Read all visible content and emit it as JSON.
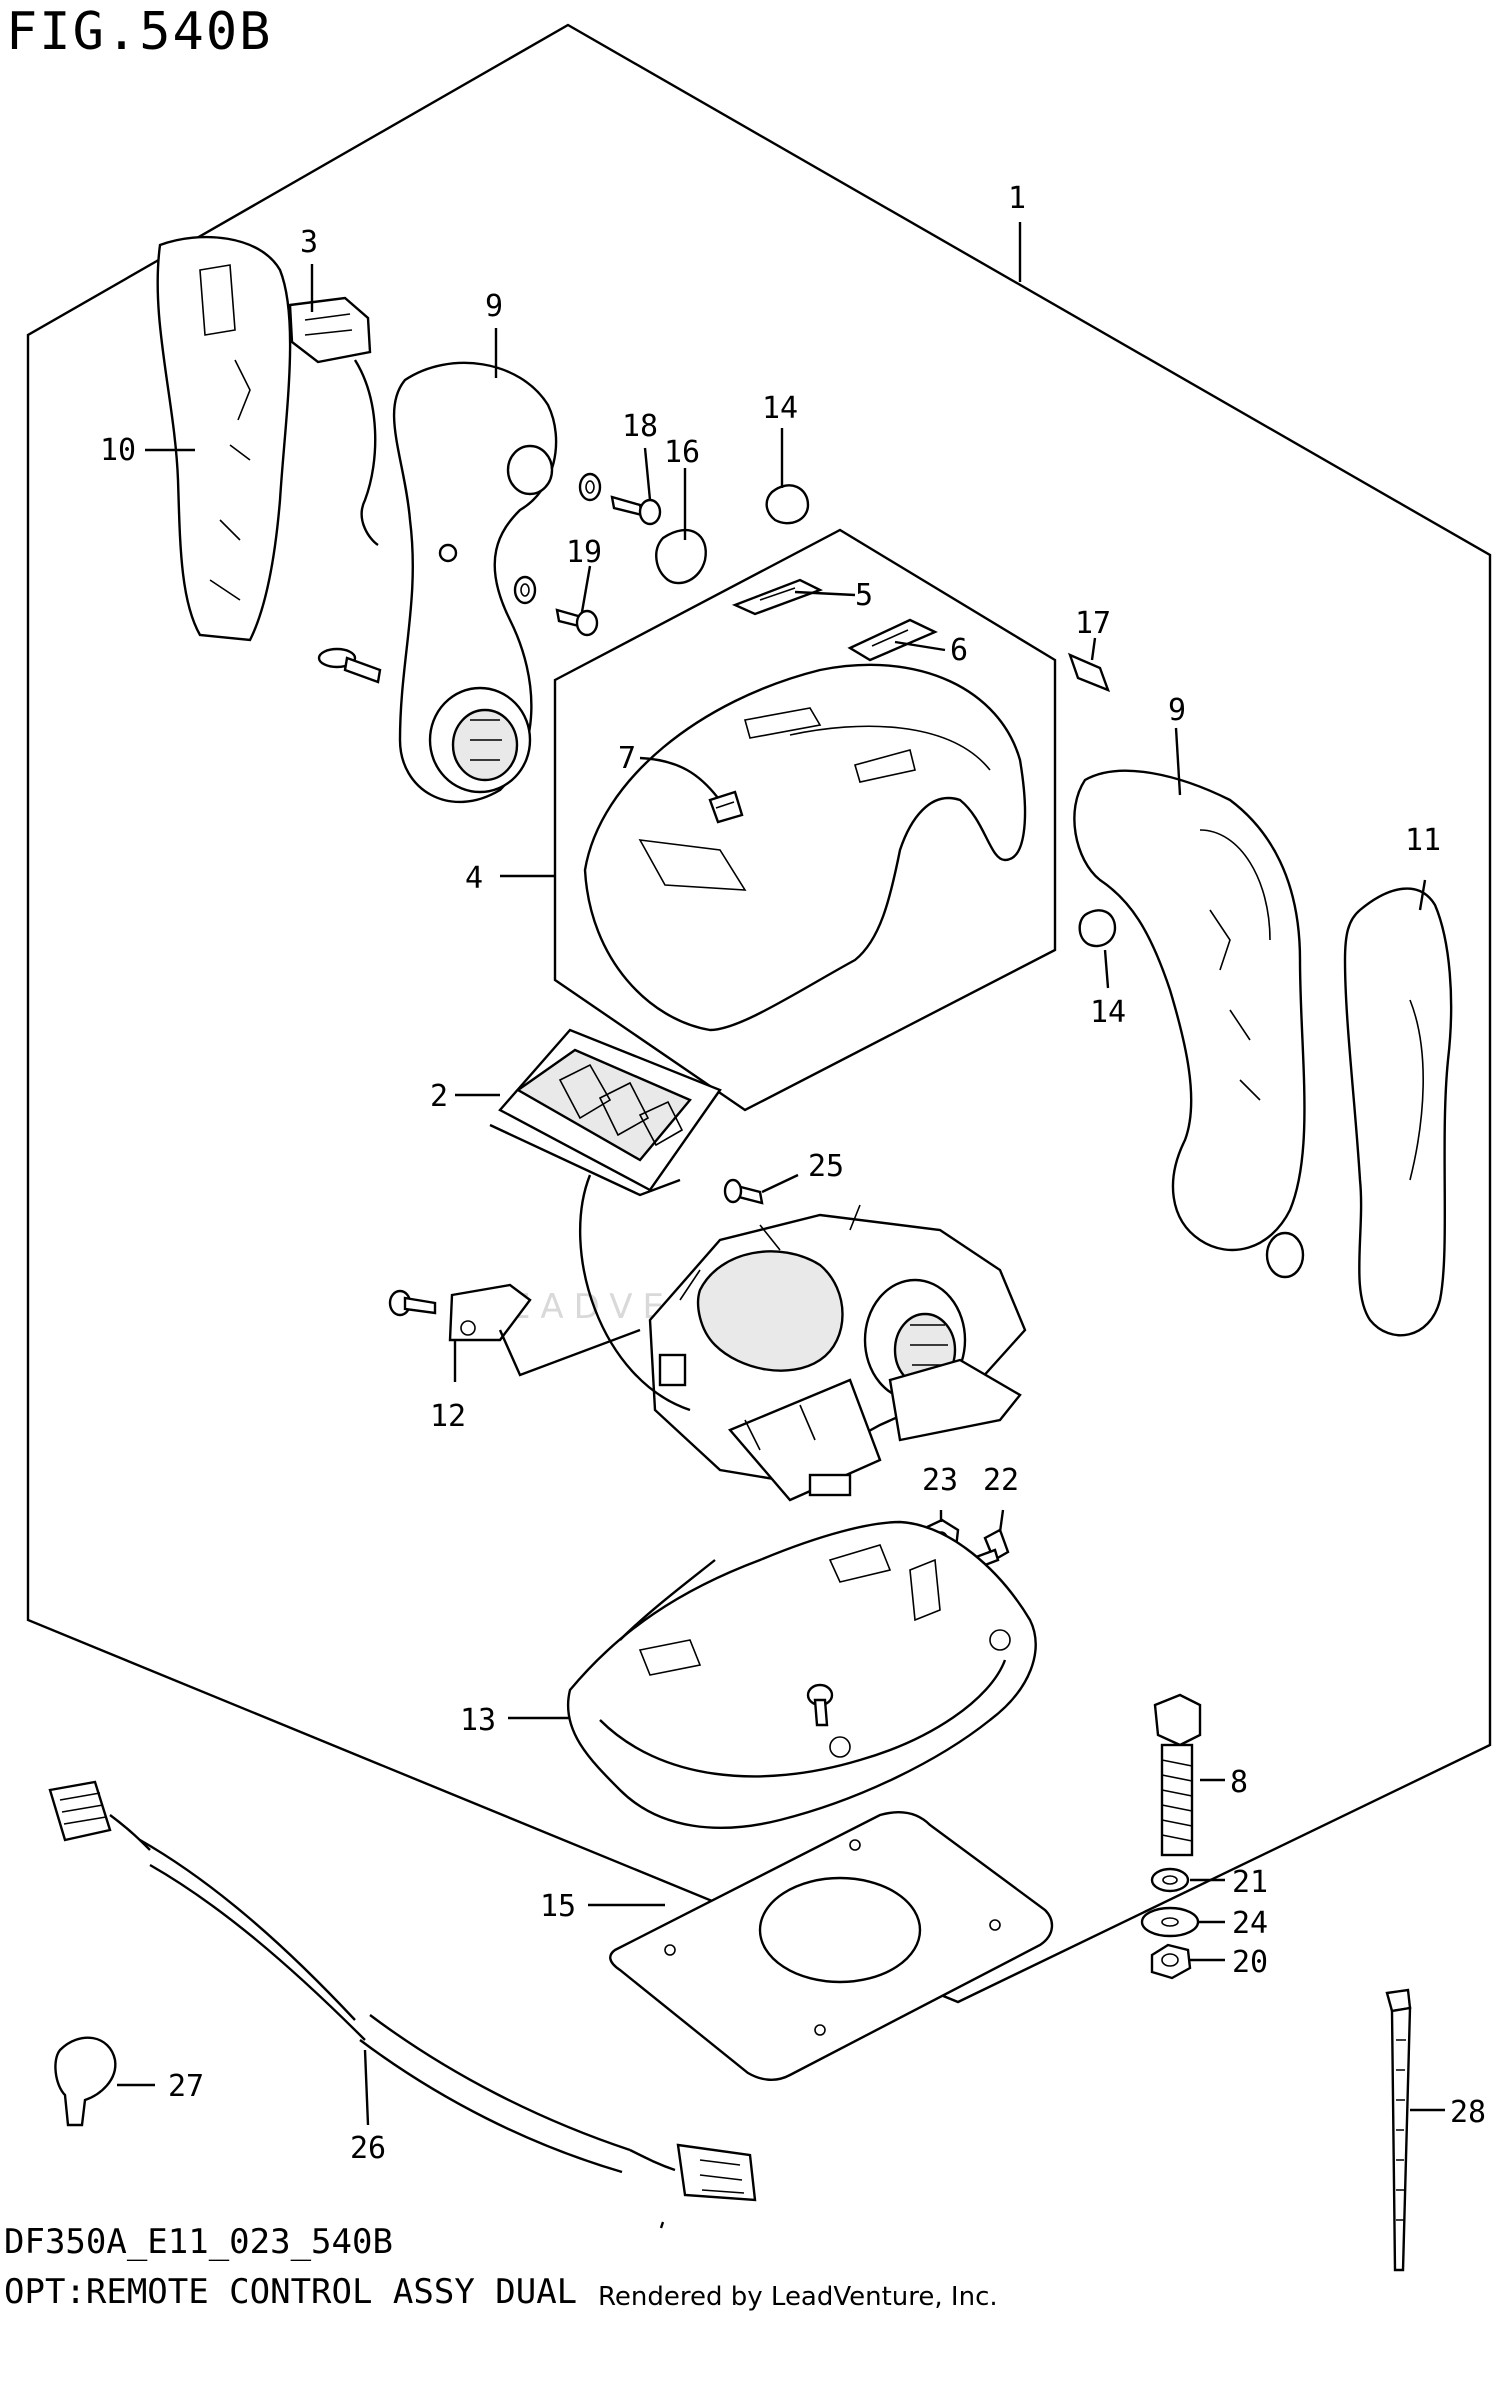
{
  "figure": {
    "title": "FIG.540B",
    "code": "DF350A_E11_023_540B",
    "description": "OPT:REMOTE CONTROL ASSY DUAL",
    "rendered_by": "Rendered by LeadVenture, Inc."
  },
  "callouts": [
    "1",
    "2",
    "3",
    "4",
    "5",
    "6",
    "7",
    "8",
    "9",
    "9",
    "10",
    "11",
    "12",
    "13",
    "14",
    "14",
    "15",
    "16",
    "17",
    "18",
    "19",
    "20",
    "21",
    "22",
    "23",
    "24",
    "25",
    "26",
    "27",
    "28"
  ]
}
